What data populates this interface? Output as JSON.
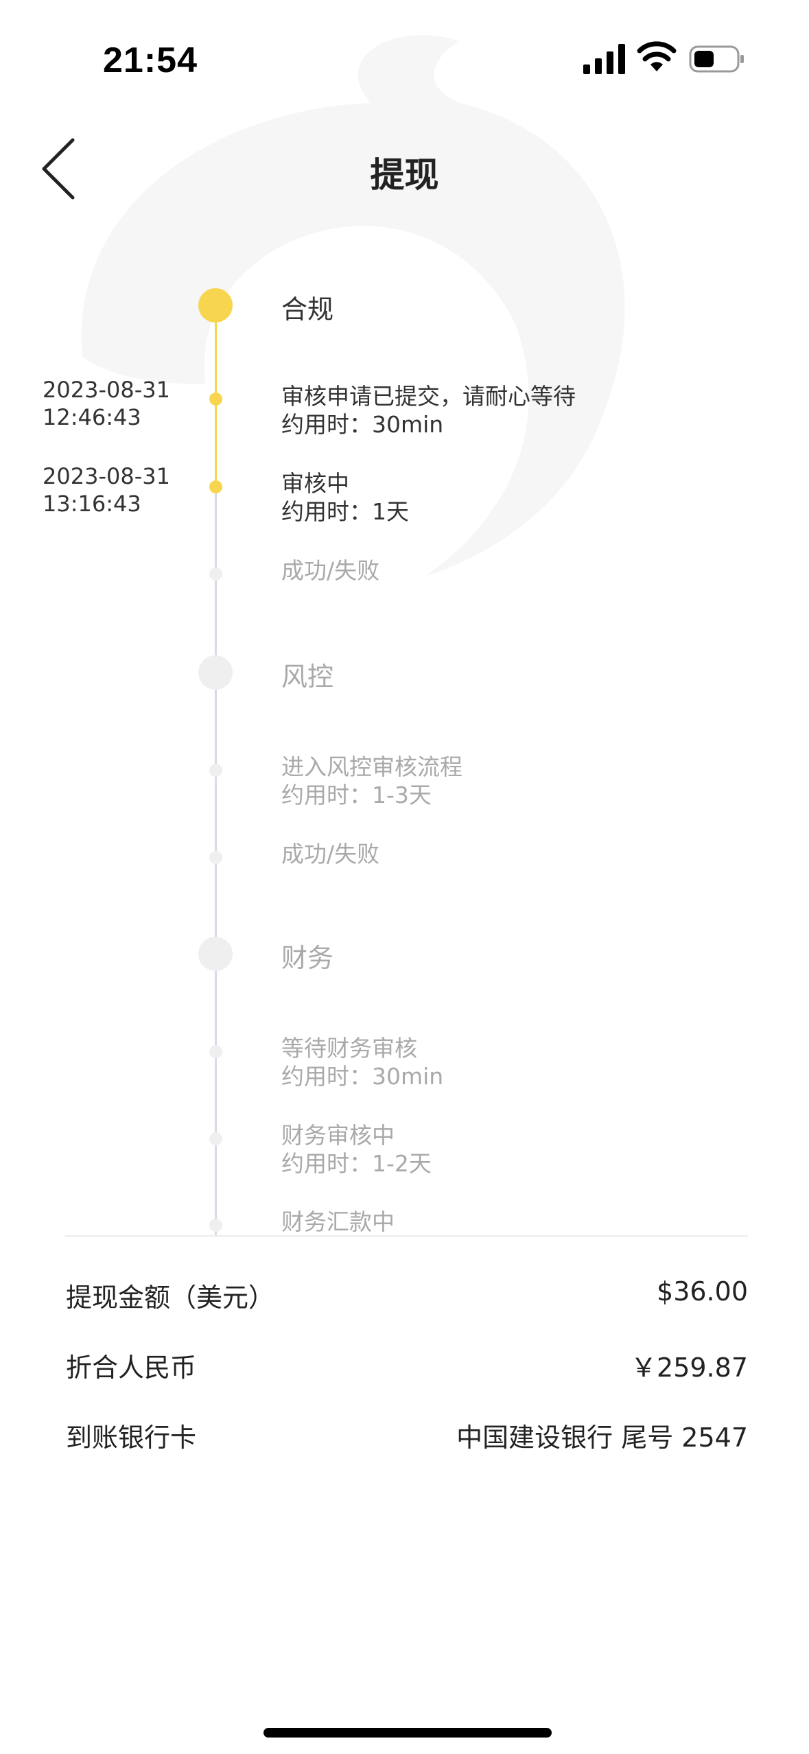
{
  "status_bar": {
    "time": "21:54"
  },
  "header": {
    "title": "提现"
  },
  "timeline": {
    "phases": [
      {
        "label": "合规",
        "state": "active",
        "steps": [
          {
            "date": "2023-08-31",
            "time": "12:46:43",
            "title": "审核申请已提交，请耐心等待",
            "duration": "约用时：30min",
            "state": "done"
          },
          {
            "date": "2023-08-31",
            "time": "13:16:43",
            "title": "审核中",
            "duration": "约用时：1天",
            "state": "done"
          },
          {
            "title": "成功/失败",
            "state": "pending"
          }
        ]
      },
      {
        "label": "风控",
        "state": "pending",
        "steps": [
          {
            "title": "进入风控审核流程",
            "duration": "约用时：1-3天",
            "state": "pending"
          },
          {
            "title": "成功/失败",
            "state": "pending"
          }
        ]
      },
      {
        "label": "财务",
        "state": "pending",
        "steps": [
          {
            "title": "等待财务审核",
            "duration": "约用时：30min",
            "state": "pending"
          },
          {
            "title": "财务审核中",
            "duration": "约用时：1-2天",
            "state": "pending"
          },
          {
            "title": "财务汇款中",
            "state": "pending"
          }
        ]
      }
    ]
  },
  "summary": {
    "amount_label": "提现金额（美元）",
    "amount_value": "$36.00",
    "rmb_label": "折合人民币",
    "rmb_value": "￥259.87",
    "card_label": "到账银行卡",
    "card_value": "中国建设银行 尾号 2547"
  },
  "colors": {
    "accent": "#f7d54e",
    "inactive_node": "#efefef",
    "inactive_line": "#d8dae8",
    "inactive_text": "#a9a9a9"
  }
}
